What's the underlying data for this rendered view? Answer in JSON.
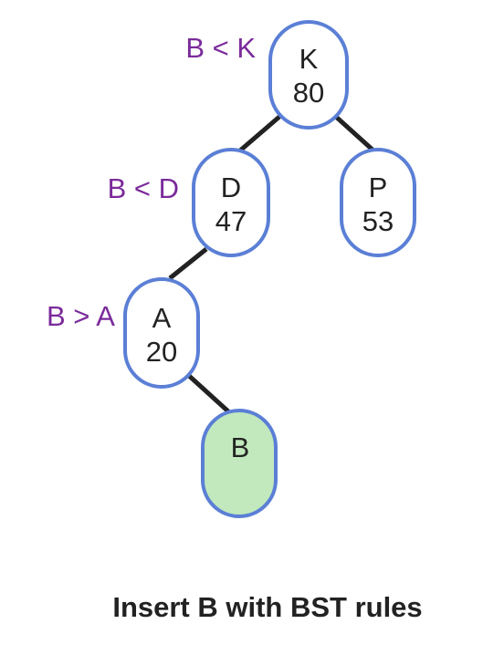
{
  "colors": {
    "node_stroke": "#5b7fd6",
    "node_fill": "#ffffff",
    "inserted_fill": "#c1e9bd",
    "inserted_stroke": "#5b7fd6",
    "edge": "#222222",
    "comparison_text": "#7a2a9a"
  },
  "nodes": {
    "k": {
      "key": "K",
      "value": "80"
    },
    "d": {
      "key": "D",
      "value": "47"
    },
    "p": {
      "key": "P",
      "value": "53"
    },
    "a": {
      "key": "A",
      "value": "20"
    },
    "b": {
      "key": "B"
    }
  },
  "comparisons": {
    "at_k": "B < K",
    "at_d": "B < D",
    "at_a": "B > A"
  },
  "caption": "Insert B with BST rules"
}
